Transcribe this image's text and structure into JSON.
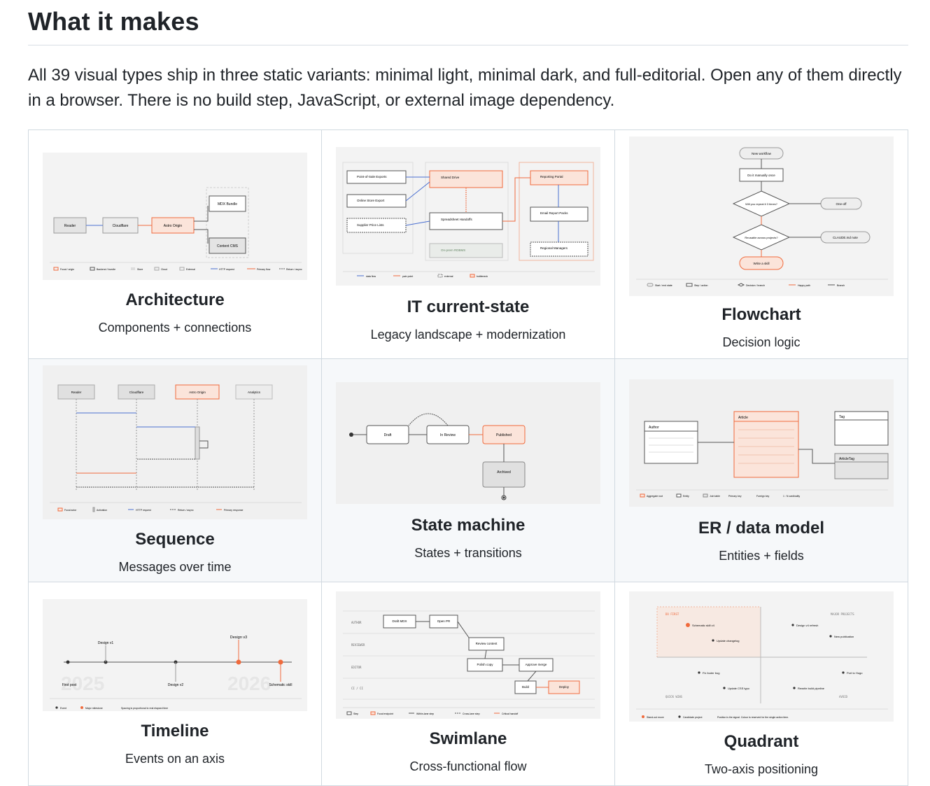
{
  "heading": "What it makes",
  "intro": "All 39 visual types ship in three static variants: minimal light, minimal dark, and full-editorial. Open any of them directly in a browser. There is no build step, JavaScript, or external image dependency.",
  "accent": "#f06a3c",
  "cards": [
    {
      "title": "Architecture",
      "subtitle": "Components + connections",
      "thumb": {
        "nodes": [
          "Reader",
          "Cloudflare",
          "Astro Origin",
          "MDX Bundle",
          "Content CMS"
        ],
        "legend": [
          "Focal / origin",
          "Backend / bundle",
          "Store",
          "Cloud",
          "External",
          "HTTP request",
          "Primary flow",
          "Return / async"
        ]
      }
    },
    {
      "title": "IT current-state",
      "subtitle": "Legacy landscape + modernization",
      "thumb": {
        "nodes": [
          "Point-of-Sale Exports",
          "Online Store Export",
          "Supplier Price Lists",
          "Shared Drive",
          "Spreadsheet Handoffs",
          "On-prem RDBMS",
          "Reporting Portal",
          "Email Report Packs",
          "Regional Managers"
        ],
        "legend": [
          "data flow",
          "pain point",
          "external",
          "bottleneck"
        ]
      }
    },
    {
      "title": "Flowchart",
      "subtitle": "Decision logic",
      "thumb": {
        "nodes": [
          "New workflow",
          "Do it manually once",
          "Will you repeat it 3 times?",
          "One-off",
          "Reusable across projects?",
          "CLAUDE.md note",
          "Write a skill"
        ],
        "legend": [
          "Start / end state",
          "Step / action",
          "Decision / branch",
          "Happy path",
          "Branch"
        ]
      }
    },
    {
      "title": "Sequence",
      "subtitle": "Messages over time",
      "thumb": {
        "nodes": [
          "Reader",
          "Cloudflare",
          "Astro Origin",
          "Analytics"
        ],
        "legend": [
          "Focal actor",
          "Activation",
          "HTTP request",
          "Return / async",
          "Primary response"
        ]
      }
    },
    {
      "title": "State machine",
      "subtitle": "States + transitions",
      "thumb": {
        "nodes": [
          "Draft",
          "In Review",
          "Published",
          "Archived"
        ]
      }
    },
    {
      "title": "ER / data model",
      "subtitle": "Entities + fields",
      "thumb": {
        "nodes": [
          "Author",
          "Article",
          "Tag",
          "ArticleTag"
        ],
        "legend": [
          "Aggregate root",
          "Entity",
          "Join table",
          "Primary key",
          "Foreign key",
          "1 : N cardinality"
        ]
      }
    },
    {
      "title": "Timeline",
      "subtitle": "Events on an axis",
      "thumb": {
        "nodes": [
          "First post",
          "Design v1",
          "Design v2",
          "Design v3",
          "Schematic skill"
        ],
        "watermarks": [
          "2025",
          "2026"
        ],
        "legend": [
          "Event",
          "Major milestone",
          "Spacing is proportional to real elapsed time"
        ]
      }
    },
    {
      "title": "Swimlane",
      "subtitle": "Cross-functional flow",
      "thumb": {
        "lanes": [
          "AUTHOR",
          "REVIEWER",
          "EDITOR",
          "CI / CI"
        ],
        "nodes": [
          "Draft MDX",
          "Open PR",
          "Review content",
          "Polish copy",
          "Approve merge",
          "Build",
          "Deploy"
        ],
        "legend": [
          "Step",
          "Focal endpoint",
          "Within-lane step",
          "Cross-lane step",
          "Critical handoff"
        ]
      }
    },
    {
      "title": "Quadrant",
      "subtitle": "Two-axis positioning",
      "thumb": {
        "labels": [
          "DO FIRST",
          "MAJOR PROJECTS",
          "QUICK WINS",
          "AVOID"
        ],
        "nodes": [
          "Schematic skill v4",
          "Design v4 refresh",
          "Update changelog",
          "New publication",
          "Fix footer bug",
          "Port to Hugo",
          "Update CSS typo",
          "Rewrite build pipeline"
        ],
        "legend": [
          "Stand-out move",
          "Candidate project",
          "Position is the signal. Colour is reserved for the single action item."
        ]
      }
    }
  ]
}
